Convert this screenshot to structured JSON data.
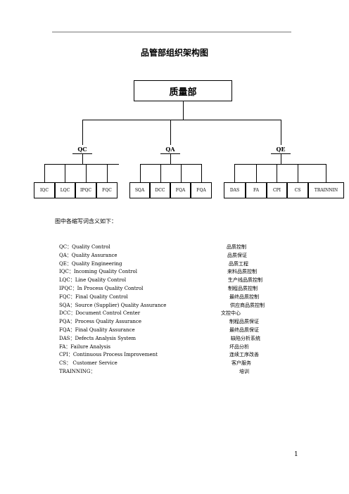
{
  "title": "品管部组织架构图",
  "org": {
    "root": "质量部",
    "groups": [
      {
        "label": "QC",
        "children": [
          "IQC",
          "LQC",
          "IPQC",
          "FQC"
        ]
      },
      {
        "label": "QA",
        "children": [
          "SQA",
          "DCC",
          "FQA",
          "FQA"
        ]
      },
      {
        "label": "QE",
        "children": [
          "DAS",
          "FA",
          "CPI",
          "CS",
          "TRAINNIN"
        ]
      }
    ]
  },
  "intro": "图中各缩写词含义如下：",
  "abbreviations": [
    {
      "en": "QC：Quality Control",
      "zh": "品质控制"
    },
    {
      "en": "QA：Quality Assurance",
      "zh": "品质保证"
    },
    {
      "en": "QE：Quality Engineering",
      "zh": "品质工程"
    },
    {
      "en": "IQC：Incoming    Quality Control",
      "zh": "来料品质控制"
    },
    {
      "en": "LQC：Line Quality Control",
      "zh": "生产线品质控制"
    },
    {
      "en": "IPQC：In Process Quality Control",
      "zh": "制程品质控制"
    },
    {
      "en": "FQC：Final Quality Control",
      "zh": "最终品质控制"
    },
    {
      "en": "SQA：Source (Supplier) Quality Assurance",
      "zh": "供应商品质控制"
    },
    {
      "en": "DCC：Document Control Center",
      "zh": "文控中心"
    },
    {
      "en": "PQA：Process Quality Assurance",
      "zh": "制程品质保证"
    },
    {
      "en": "FQA：Final Quality Assurance",
      "zh": "最终品质保证"
    },
    {
      "en": "DAS：Defects Analysis System",
      "zh": "缺陷分析系统"
    },
    {
      "en": "FA：Failure Analysis",
      "zh": "坏品分析"
    },
    {
      "en": "CPI：Continuous Process Improvement",
      "zh": "连续工序改善"
    },
    {
      "en": "CS：       Customer Service",
      "zh": "客户服务"
    },
    {
      "en": "TRAINNING：",
      "zh": "培训"
    }
  ],
  "page_number": "1"
}
